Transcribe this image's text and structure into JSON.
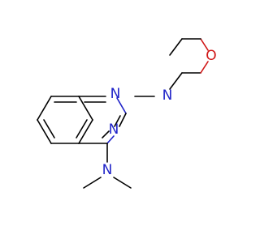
{
  "molecule": {
    "colors": {
      "carbon": "#000000",
      "nitrogen": "#1f23c8",
      "oxygen": "#d01515",
      "background": "#ffffff"
    },
    "atoms": {
      "n1": "N",
      "n3": "N",
      "n_morph": "N",
      "o_morph": "O",
      "n_dimethyl": "N"
    }
  }
}
